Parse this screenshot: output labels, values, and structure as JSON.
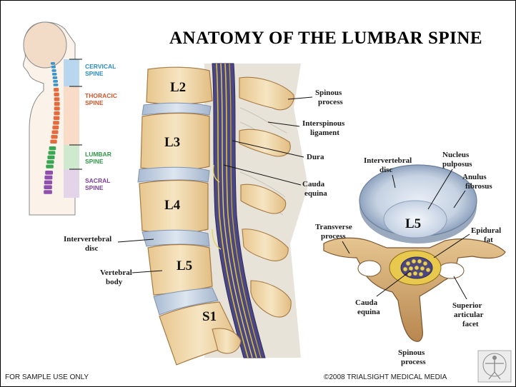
{
  "title": "ANATOMY OF THE LUMBAR SPINE",
  "regions": [
    {
      "name": "CERVICAL",
      "sub": "SPINE",
      "color": "#2e8cc4"
    },
    {
      "name": "THORACIC",
      "sub": "SPINE",
      "color": "#d4552a"
    },
    {
      "name": "LUMBAR",
      "sub": "SPINE",
      "color": "#2f9a48"
    },
    {
      "name": "SACRAL",
      "sub": "SPINE",
      "color": "#7b3f98"
    }
  ],
  "vertebrae": [
    "L2",
    "L3",
    "L4",
    "L5",
    "S1"
  ],
  "axial_vertebra": "L5",
  "labels": {
    "spinous_process": [
      "Spinous",
      "process"
    ],
    "interspinous_ligament": [
      "Interspinous",
      "ligament"
    ],
    "dura": "Dura",
    "cauda_equina": [
      "Cauda",
      "equina"
    ],
    "intervertebral_disc_left": [
      "Intervertebral",
      "disc"
    ],
    "vertebral_body": [
      "Vertebral",
      "body"
    ],
    "intervertebral_disc_right": [
      "Intervertebral",
      "disc"
    ],
    "nucleus_pulposus": [
      "Nucleus",
      "pulposus"
    ],
    "anulus_fibrosus": [
      "Anulus",
      "fibrosus"
    ],
    "transverse_process": [
      "Transverse",
      "process"
    ],
    "epidural_fat": [
      "Epidural",
      "fat"
    ],
    "cauda_equina_axial": [
      "Cauda",
      "equina"
    ],
    "superior_articular_facet": [
      "Superior",
      "articular",
      "facet"
    ],
    "spinous_process_axial": [
      "Spinous",
      "process"
    ]
  },
  "footer": {
    "left": "FOR SAMPLE USE ONLY",
    "right": "©2008 TRIALSIGHT MEDICAL MEDIA"
  },
  "colors": {
    "bone": "#f2dcb0",
    "bone_edge": "#b58a52",
    "disc": "#c9d6e6",
    "nerve": "#d9c23a",
    "canal": "#3a3a78"
  }
}
